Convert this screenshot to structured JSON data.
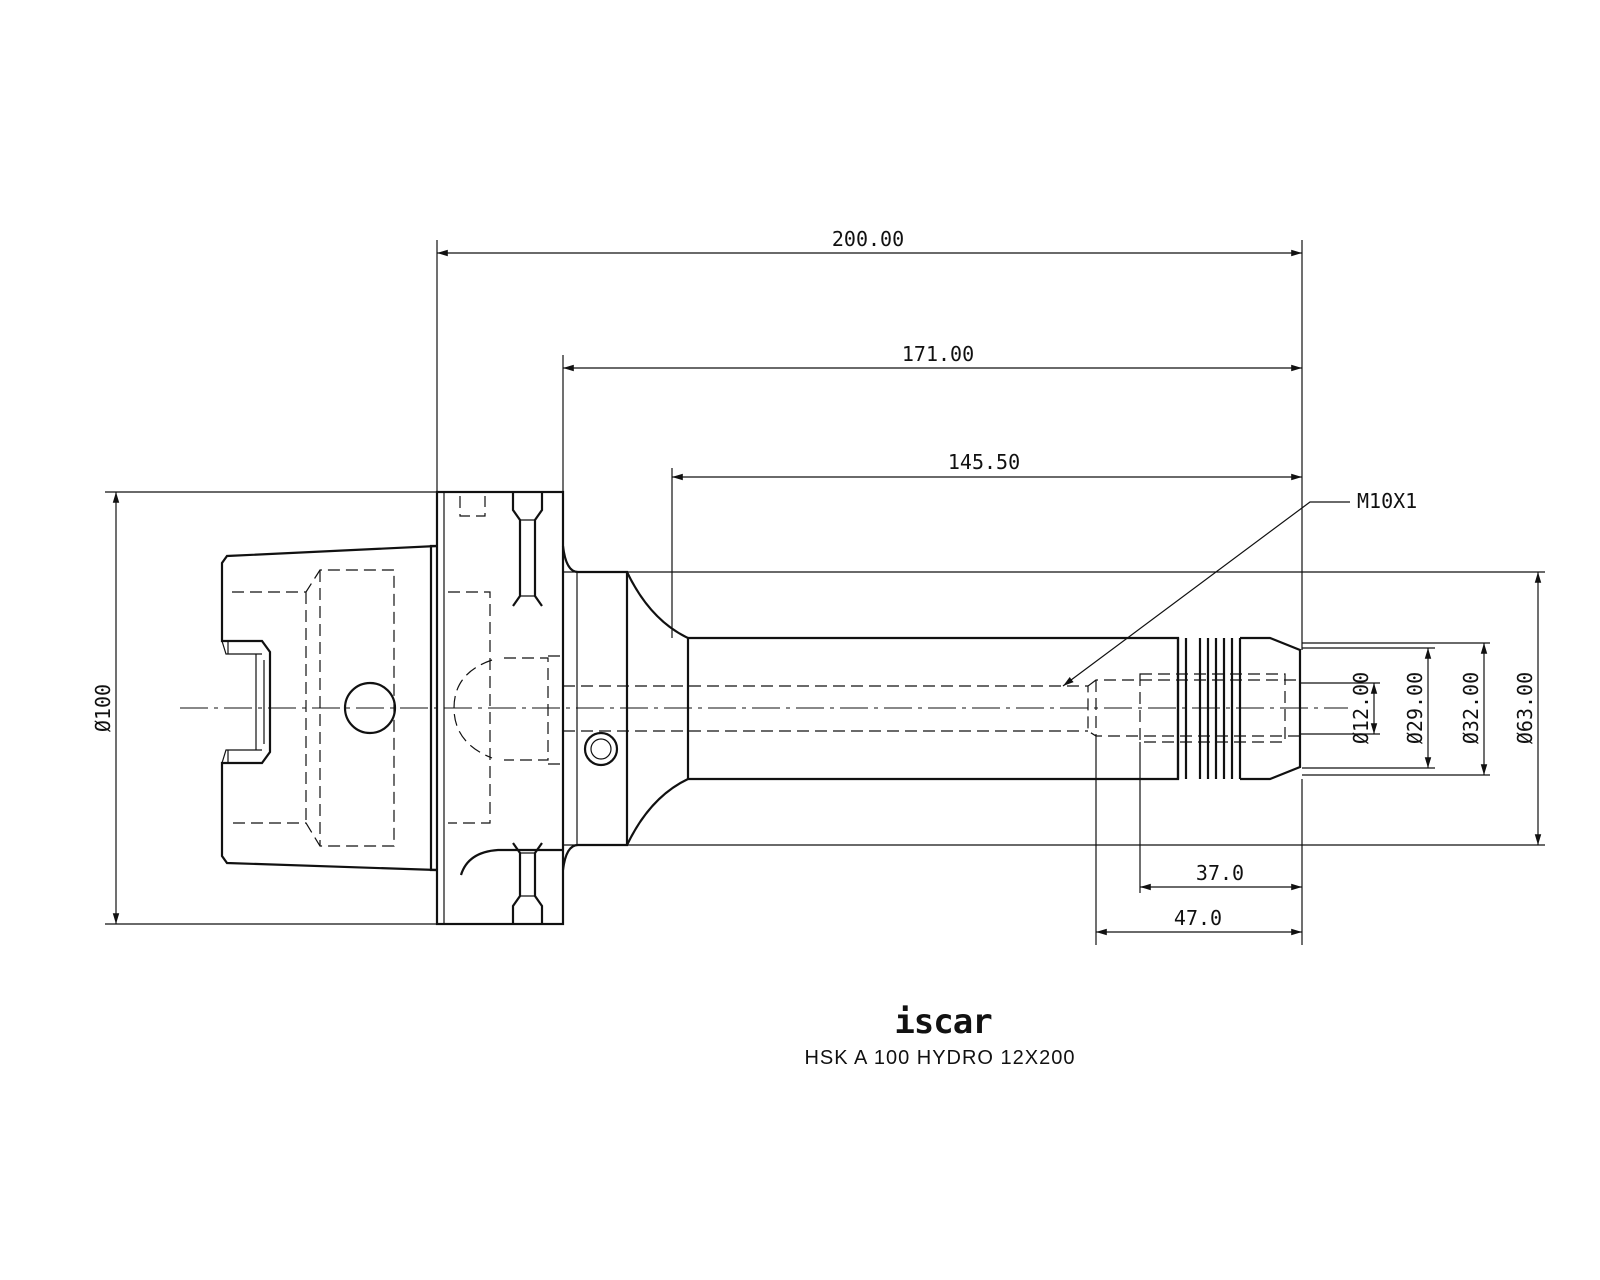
{
  "dimensions": {
    "overall_length": "200.00",
    "flange_to_end": "171.00",
    "shank_length": "145.50",
    "clamp_length": "37.0",
    "bore_length": "47.0",
    "thread": "M10X1",
    "bore_dia": "Ø12.00",
    "nose_dia": "Ø29.00",
    "shank_dia": "Ø32.00",
    "body_dia": "Ø63.00",
    "flange_dia": "Ø100"
  },
  "logo": {
    "text": "iscar"
  },
  "caption": "HSK A 100 HYDRO 12X200"
}
